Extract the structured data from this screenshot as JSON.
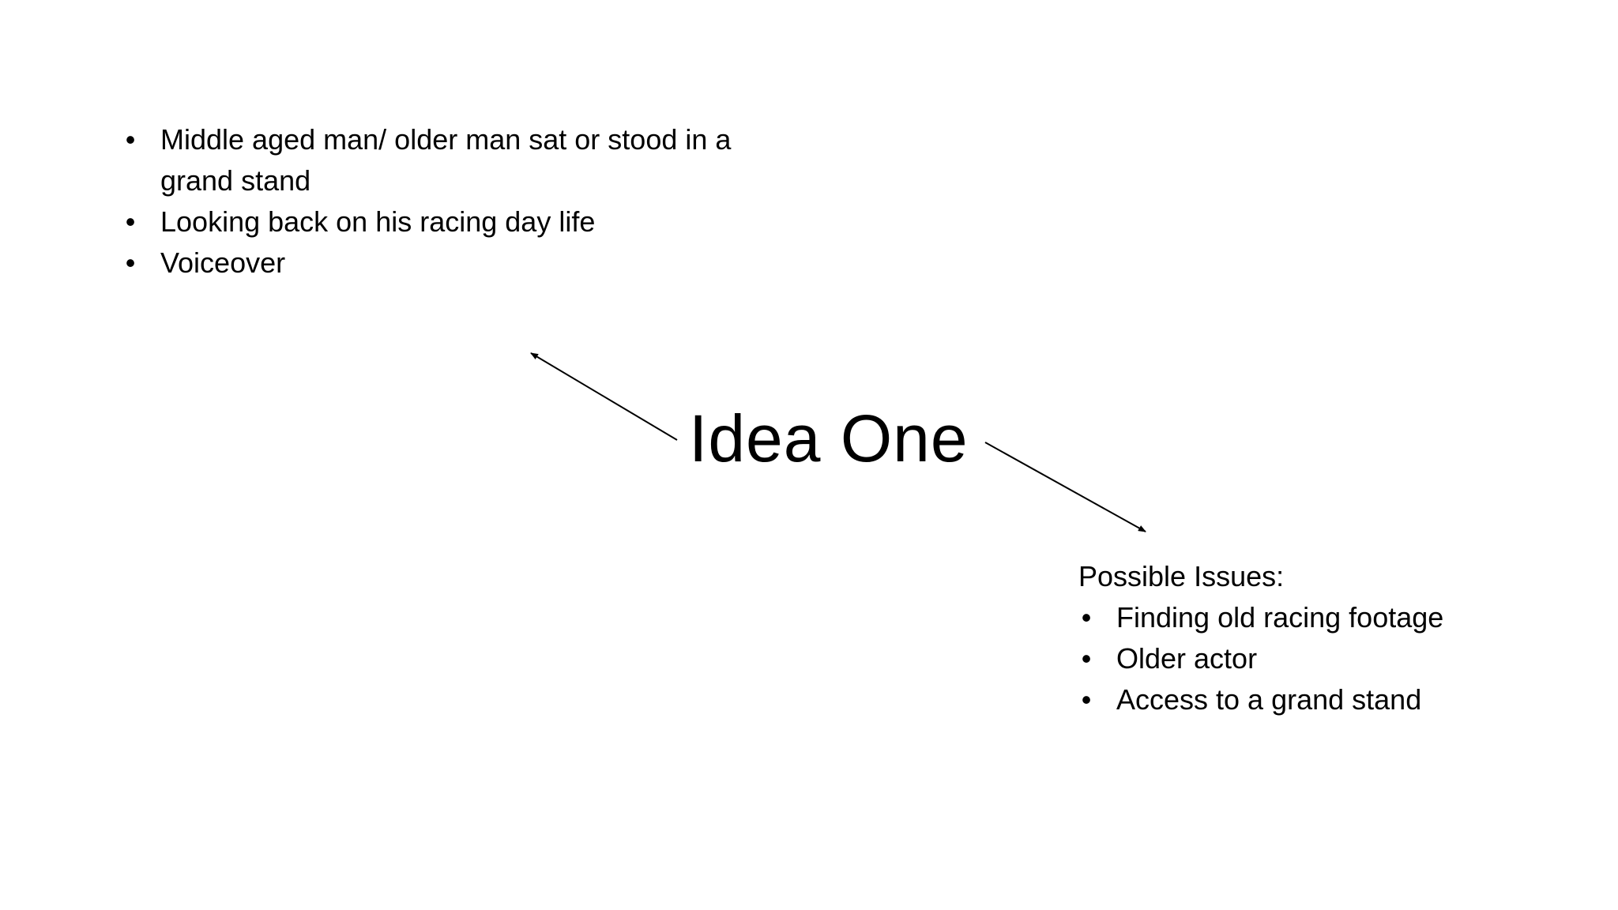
{
  "title": "Idea One",
  "left_points": [
    "Middle aged man/ older man sat or stood in a grand stand",
    "Looking back on his racing day life",
    "Voiceover"
  ],
  "issues": {
    "heading": "Possible Issues:",
    "items": [
      "Finding old racing footage",
      "Older actor",
      "Access to a grand stand"
    ]
  },
  "bullet_glyph": "•"
}
